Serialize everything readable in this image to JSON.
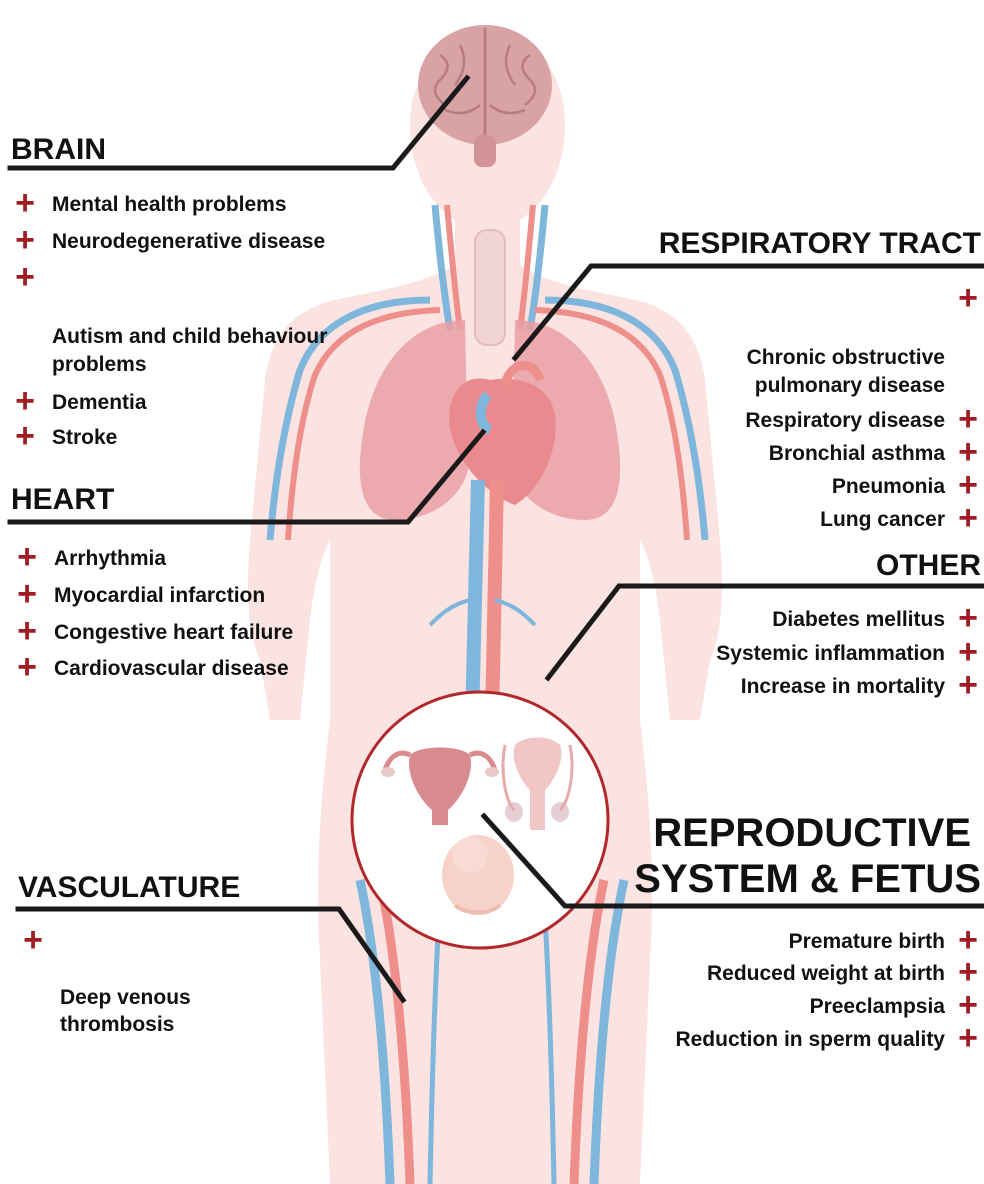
{
  "colors": {
    "body_fill": "#fbe3e1",
    "artery": "#ee8f8b",
    "vein": "#7fb6dc",
    "organ": "#e9a0a6",
    "brain": "#d9a3a6",
    "accent_plus": "#a01e23",
    "circle_outline": "#b2272b",
    "leader_line": "#1a1a1a"
  },
  "icons": {
    "plus": "+"
  },
  "sections": {
    "brain": {
      "title": "BRAIN",
      "items": [
        "Mental health problems",
        "Neurodegenerative disease",
        "Autism and child behaviour\nproblems",
        "Dementia",
        "Stroke"
      ]
    },
    "respiratory": {
      "title": "RESPIRATORY TRACT",
      "items": [
        "Chronic obstructive\npulmonary disease",
        "Respiratory disease",
        "Bronchial asthma",
        "Pneumonia",
        "Lung cancer"
      ]
    },
    "heart": {
      "title": "HEART",
      "items": [
        "Arrhythmia",
        "Myocardial infarction",
        "Congestive heart failure",
        "Cardiovascular disease"
      ]
    },
    "other": {
      "title": "OTHER",
      "items": [
        "Diabetes mellitus",
        "Systemic inflammation",
        "Increase in mortality"
      ]
    },
    "reproductive": {
      "title_line1": "REPRODUCTIVE",
      "title_line2": "SYSTEM & FETUS",
      "items": [
        "Premature birth",
        "Reduced weight at birth",
        "Preeclampsia",
        "Reduction in sperm quality"
      ]
    },
    "vasculature": {
      "title": "VASCULATURE",
      "items": [
        "Deep venous\nthrombosis"
      ]
    }
  }
}
